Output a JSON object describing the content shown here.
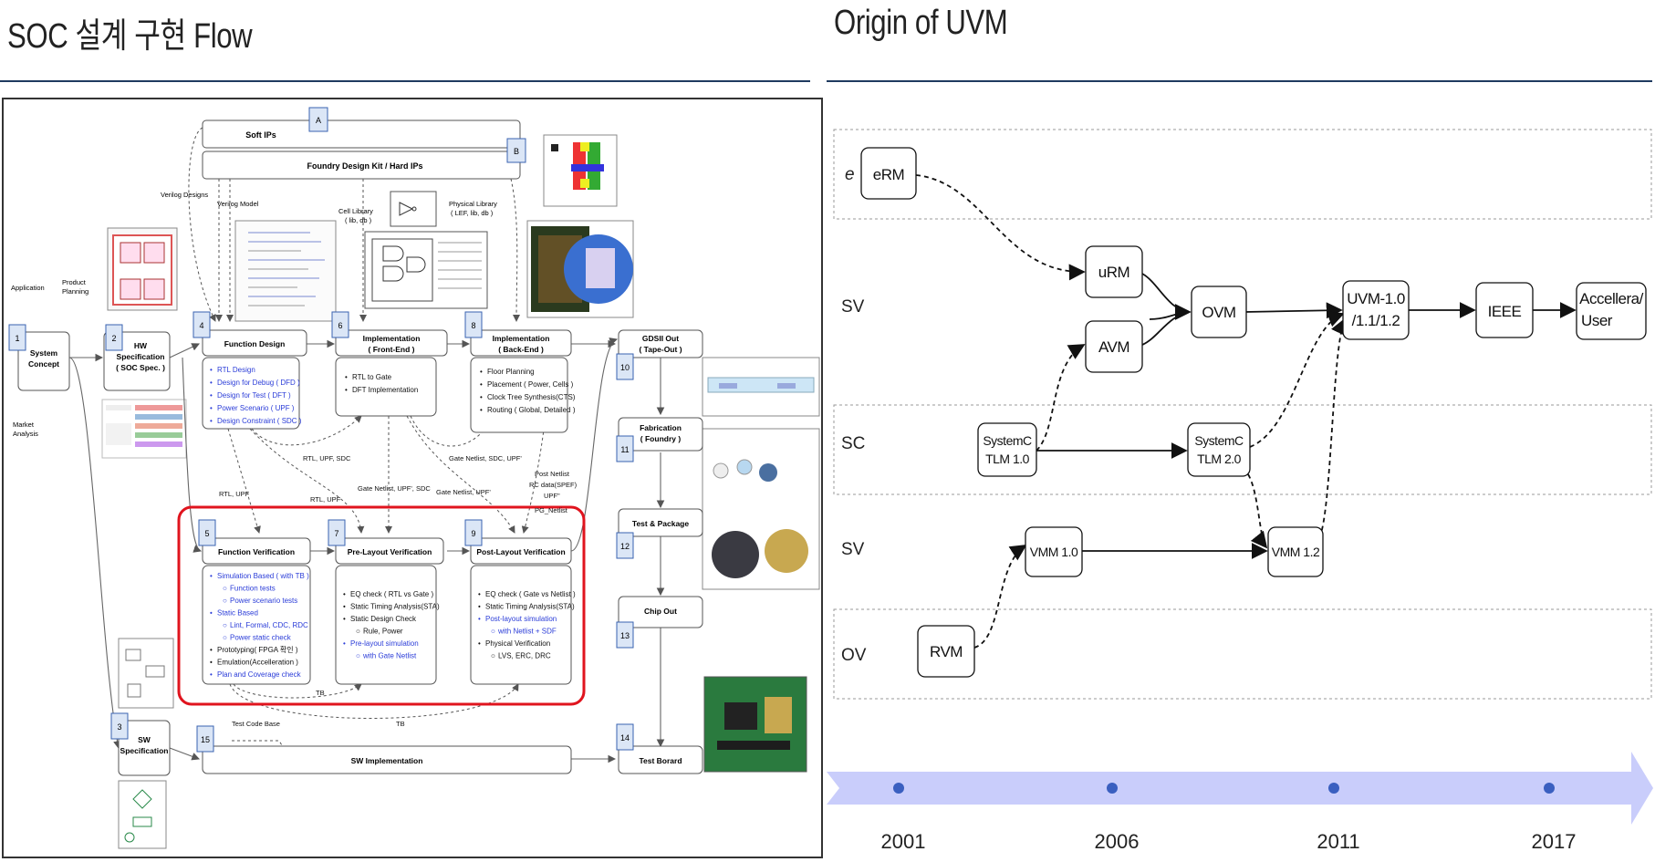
{
  "left": {
    "title": "SOC 설계 구현 Flow",
    "top_bars": {
      "soft_ips": "Soft IPs",
      "foundry_kit": "Foundry Design Kit / Hard IPs",
      "tag_a": "A",
      "tag_b": "B"
    },
    "side_labels": {
      "application": "Application",
      "product_planning": "Product Planning",
      "market_analysis": "Market Analysis",
      "verilog_designs": "Verilog Designs",
      "verilog_model": "Verilog Model",
      "cell_library": "Cell Library ( lib, db )",
      "physical_library": "Physical Library ( LEF, lib, db )"
    },
    "steps": {
      "s1_num": "1",
      "s1": "System Concept",
      "s2_num": "2",
      "s2": "HW Specification ( SOC Spec. )",
      "s3_num": "3",
      "s3": "SW Specification",
      "s4_num": "4",
      "s4": "Function Design",
      "s5_num": "5",
      "s5": "Function Verification",
      "s6_num": "6",
      "s6": "Implementation ( Front-End )",
      "s7_num": "7",
      "s7": "Pre-Layout Verification",
      "s8_num": "8",
      "s8": "Implementation ( Back-End )",
      "s9_num": "9",
      "s9": "Post-Layout Verification",
      "s10_num": "10",
      "s10": "GDSII Out ( Tape-Out )",
      "s11_num": "11",
      "s11": "Fabrication ( Foundry )",
      "s12_num": "12",
      "s12": "Test & Package",
      "s13_num": "13",
      "s13": "Chip Out",
      "s14_num": "14",
      "s14": "Test Borard",
      "s15_num": "15",
      "s15": "SW Implementation"
    },
    "function_design_items": [
      "RTL Design",
      "Design for Debug ( DFD )",
      "Design for Test ( DFT )",
      "Power Scenario ( UPF )",
      "Design Constraint ( SDC )"
    ],
    "frontend_items": [
      "RTL to Gate",
      "DFT Implementation"
    ],
    "backend_items": [
      "Floor Planning",
      "Placement ( Power, Cells )",
      "Clock Tree Synthesis(CTS)",
      "Routing ( Global, Detailed )"
    ],
    "funcver_items": [
      "Simulation Based ( with TB )",
      "Function tests",
      "Power scenario tests",
      "Static Based",
      "Lint, Formal, CDC, RDC",
      "Power static check",
      "Prototyping( FPGA 확인 )",
      "Emulation(Accelleration )",
      "Plan and Coverage check"
    ],
    "prelayout_items": [
      "EQ check ( RTL vs Gate )",
      "Static Timing Analysis(STA)",
      "Static Design Check",
      "Rule, Power",
      "Pre-layout simulation",
      "with Gate Netlist"
    ],
    "postlayout_items": [
      "EQ check ( Gate vs Netlist )",
      "Static Timing Analysis(STA)",
      "Post-layout simulation",
      "with Netlist + SDF",
      "Physical Verification",
      "LVS, ERC, DRC"
    ],
    "edge_labels": {
      "rtl_upf_sdc": "RTL, UPF, SDC",
      "rtl_upf_1": "RTL, UPF",
      "rtl_upf_2": "RTL, UPF",
      "gate_netlist_upf_sdc": "Gate Netlist, UPF', SDC",
      "gate_netlist_sdc_upf": "Gate Netlist, SDC, UPF'",
      "gate_netlist_upf": "Gate Netlist, UPF'",
      "post_netlist": "Post Netlist",
      "rc_data": "RC data(SPEF)",
      "upf2": "UPF\"",
      "pg_netlist": "PG_Netlist",
      "tb1": "TB",
      "tb2": "TB",
      "test_code_base": "Test Code Base"
    },
    "colors": {
      "accent_blue": "#2a3cd8",
      "highlight_red": "#e0141e",
      "tag_fill": "#dbe6f6"
    }
  },
  "right": {
    "title": "Origin of UVM",
    "rows": [
      "e",
      "SV",
      "SC",
      "SV",
      "OV"
    ],
    "nodes": {
      "erm": "eRM",
      "urm": "uRM",
      "avm": "AVM",
      "ovm": "OVM",
      "uvm": "UVM-1.0 /1.1/1.2",
      "ieee": "IEEE",
      "accellera": "Accellera/ User",
      "systemc1": "SystemC TLM 1.0",
      "systemc2": "SystemC TLM 2.0",
      "vmm10": "VMM 1.0",
      "vmm12": "VMM 1.2",
      "rvm": "RVM"
    },
    "years": [
      "2001",
      "2006",
      "2011",
      "2017"
    ],
    "colors": {
      "timeline": "#c9cdfb",
      "dot": "#3a5fc0"
    }
  }
}
